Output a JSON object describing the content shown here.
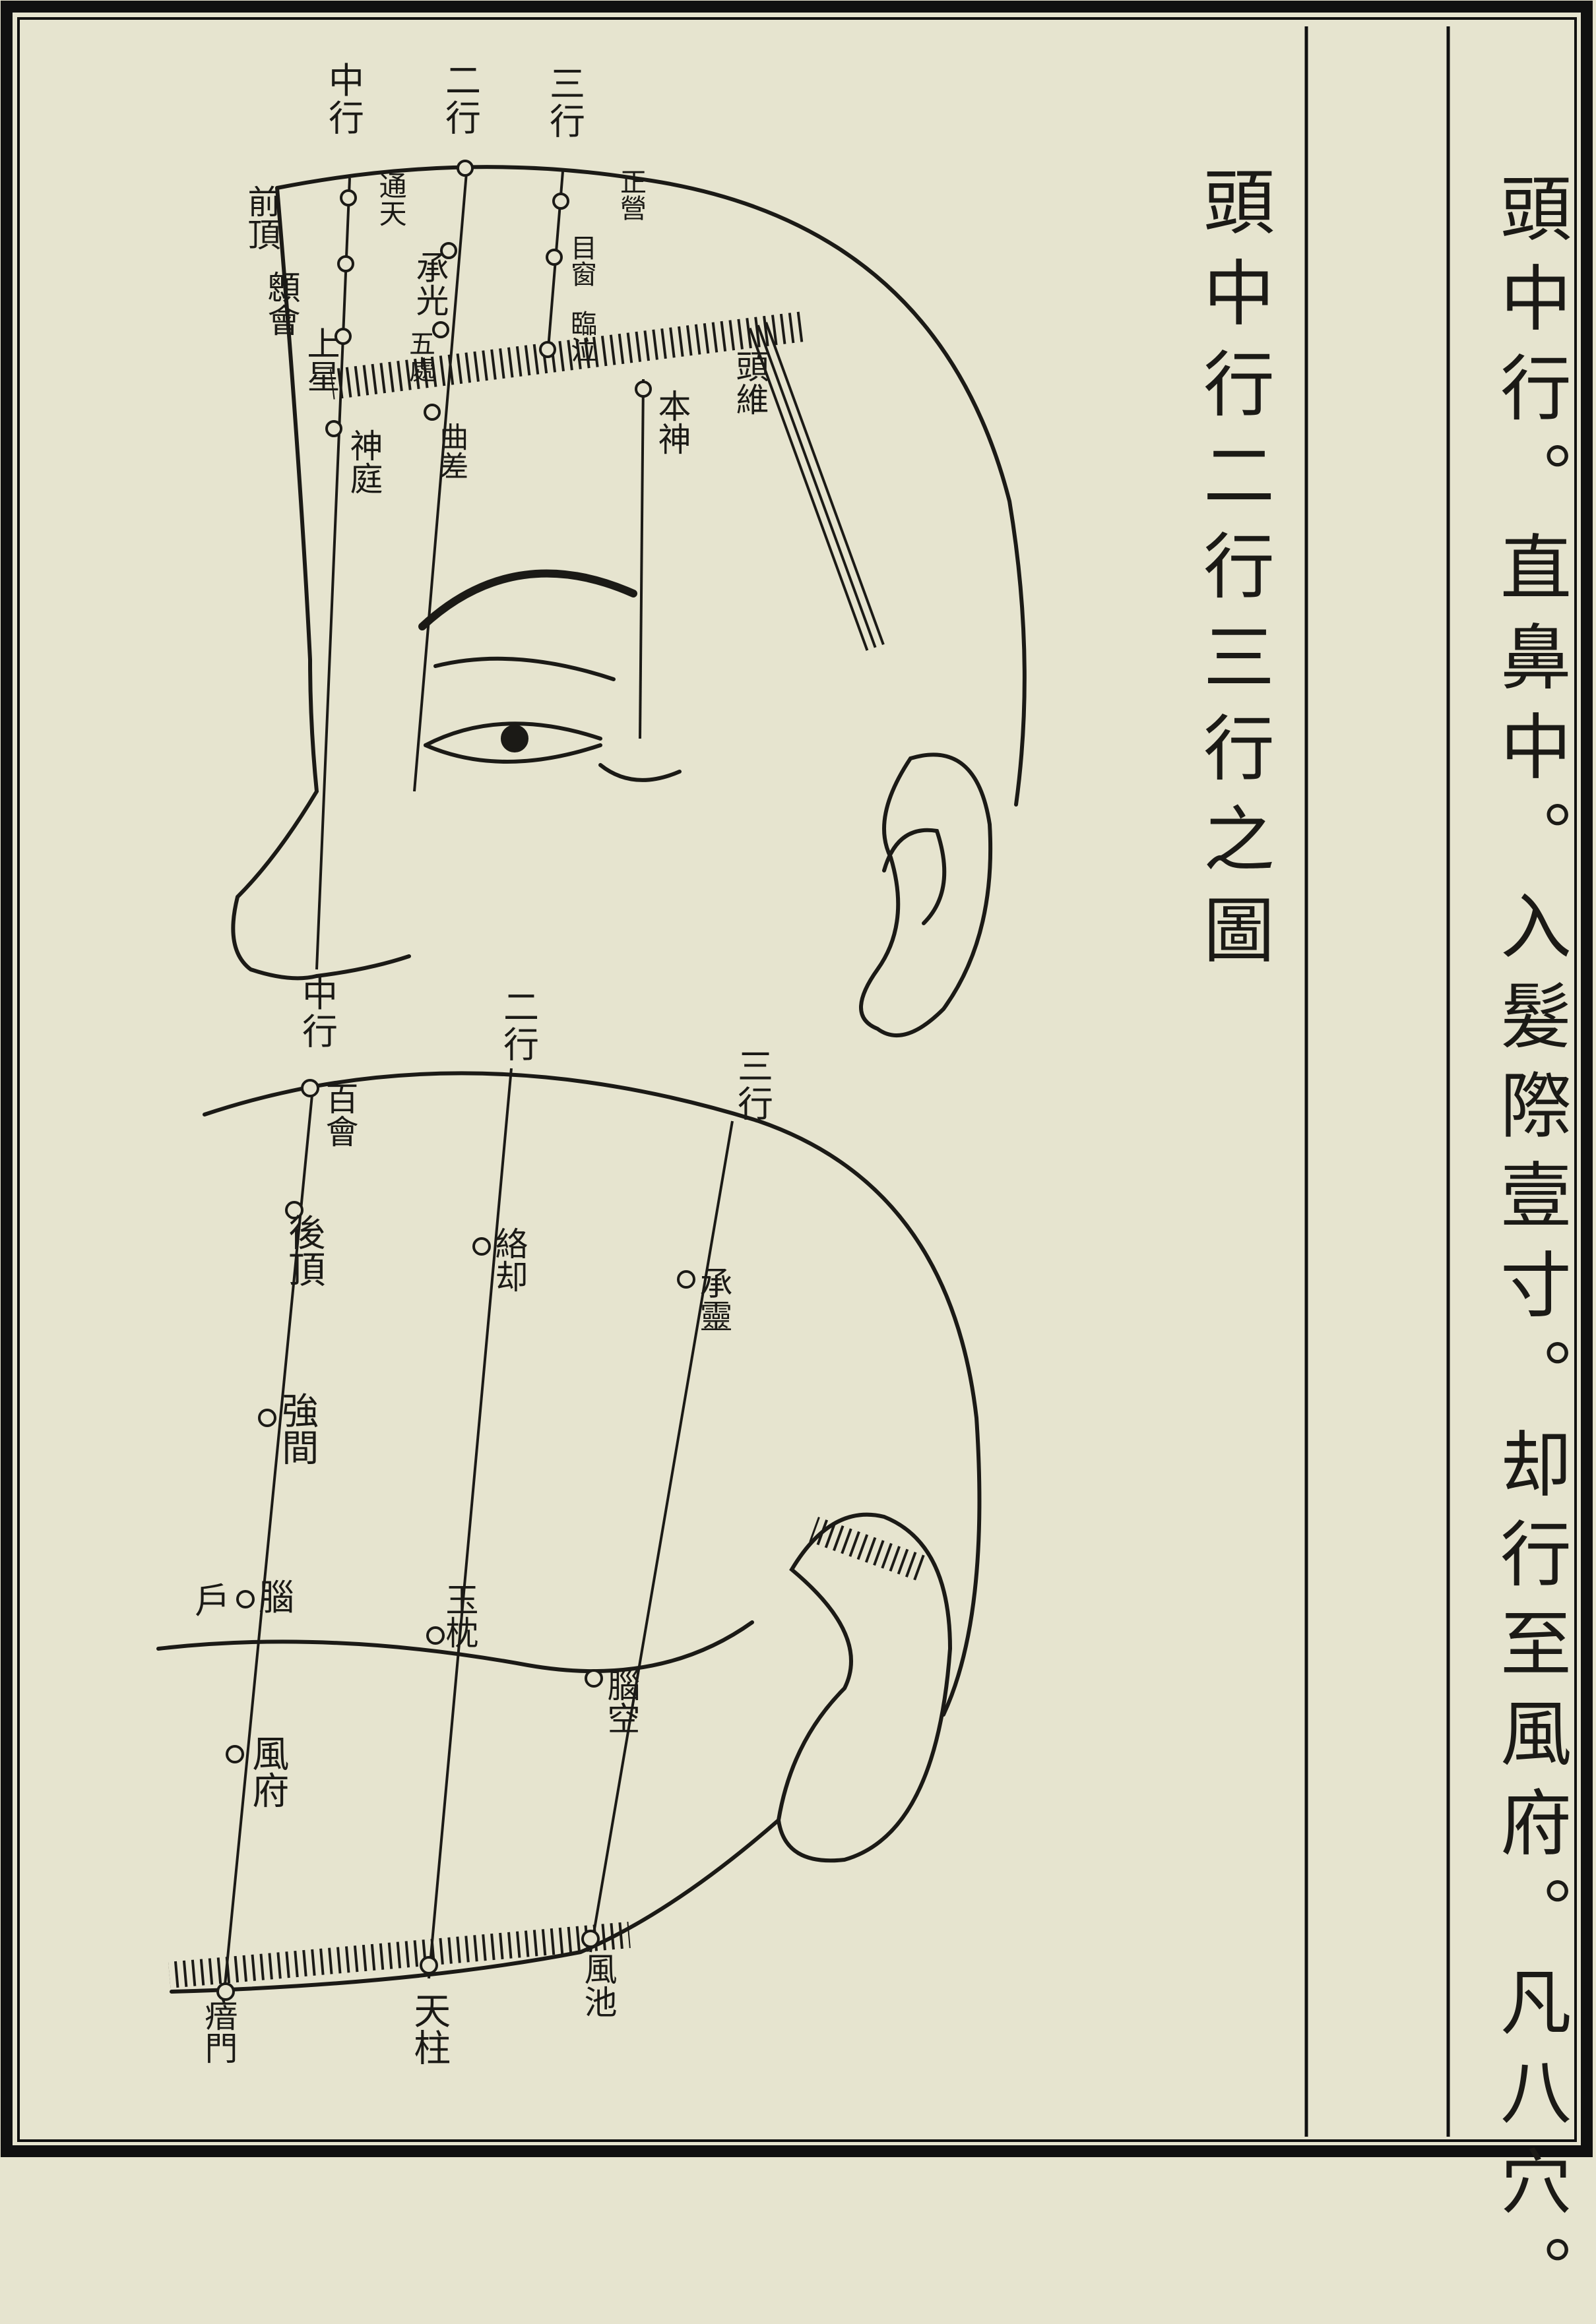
{
  "title": "頭中行二行三行之圖",
  "side_text": "頭中行。直鼻中。入髮際壹寸。却行至風府。凡八穴。",
  "upper_figure": {
    "line_labels": {
      "middle": "中行",
      "second": "二行",
      "third": "三行"
    },
    "points": {
      "qian_ding": "前頂",
      "xin_hui": "顖會",
      "shang_xing": "上星",
      "shen_ting": "神庭",
      "tong_tian": "通天",
      "cheng_guang": "承光",
      "wu_chu": "五處",
      "qu_cha": "曲差",
      "zheng_ying": "正營",
      "mu_chuang": "目窗",
      "lin_qi": "臨泣",
      "ben_shen": "本神",
      "tou_wei": "頭維"
    }
  },
  "lower_figure": {
    "line_labels": {
      "middle": "中行",
      "second": "二行",
      "third": "三行"
    },
    "points": {
      "bai_hui": "百會",
      "hou_ding": "後頂",
      "qiang_jian": "強間",
      "nao_hu_a": "戶",
      "nao_hu_b": "腦",
      "feng_fu": "風府",
      "ya_men": "瘖門",
      "luo_que": "絡却",
      "yu_zhen": "玉枕",
      "tian_zhu": "天柱",
      "cheng_ling": "承靈",
      "nao_kong": "腦空",
      "feng_chi": "風池"
    }
  },
  "colors": {
    "paper": "#e6e4cf",
    "ink": "#1b1a16",
    "frame": "#101010"
  }
}
